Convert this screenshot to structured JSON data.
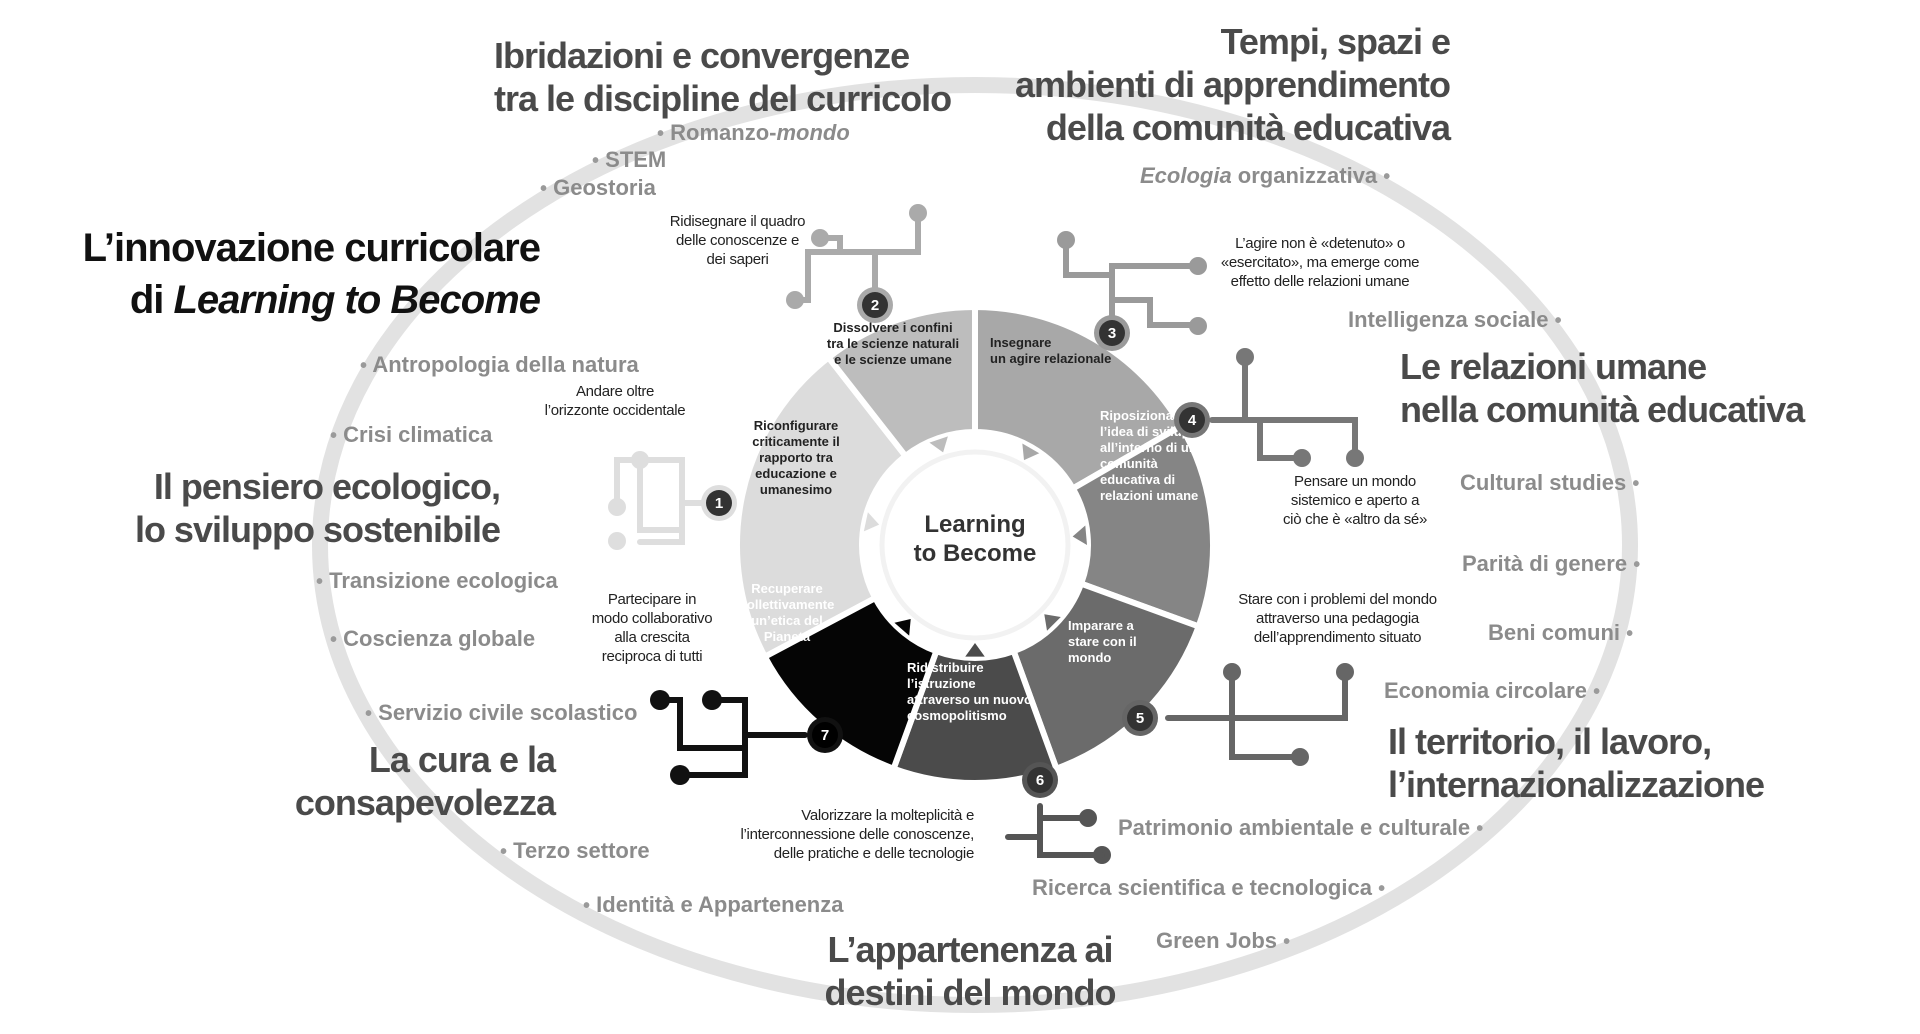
{
  "title": {
    "line1": "L’innovazione curricolare",
    "line2_prefix": "di ",
    "line2_em": "Learning to Become"
  },
  "center_label": {
    "line1": "Learning",
    "line2": "to Become"
  },
  "sectors": [
    {
      "n": "1",
      "lines": [
        "Riconfigurare",
        "criticamente il",
        "rapporto tra",
        "educazione e",
        "umanesimo"
      ]
    },
    {
      "n": "2",
      "lines": [
        "Dissolvere i confini",
        "tra le scienze naturali",
        "e le scienze umane"
      ]
    },
    {
      "n": "3",
      "lines": [
        "Insegnare",
        "un agire relazionale"
      ]
    },
    {
      "n": "4",
      "lines": [
        "Riposizionare",
        "l’idea di sviluppo",
        "all’interno di una",
        "comunità",
        "educativa di",
        "relazioni umane"
      ]
    },
    {
      "n": "5",
      "lines": [
        "Imparare a",
        "stare con il",
        "mondo"
      ]
    },
    {
      "n": "6",
      "lines": [
        "Ridistribuire",
        "l’istruzione",
        "attraverso un nuovo",
        "cosmopolitismo"
      ]
    },
    {
      "n": "7",
      "lines": [
        "Recuperare",
        "collettivamente",
        "un’etica del",
        "Pianeta"
      ]
    }
  ],
  "notes": {
    "n1": [
      "Andare oltre",
      "l’orizzonte occidentale"
    ],
    "n2": [
      "Ridisegnare il quadro",
      "delle conoscenze e",
      "dei saperi"
    ],
    "n3": [
      "L’agire non è «detenuto» o",
      "«esercitato», ma emerge come",
      "effetto delle relazioni umane"
    ],
    "n4": [
      "Pensare un mondo",
      "sistemico e aperto a",
      "ciò che è «altro da sé»"
    ],
    "n5": [
      "Stare con i problemi del mondo",
      "attraverso una pedagogia",
      "dell’apprendimento situato"
    ],
    "n6": [
      "Valorizzare la molteplicità e",
      "l’interconnessione delle conoscenze,",
      "delle pratiche e delle tecnologie"
    ],
    "n7": [
      "Partecipare in",
      "modo collaborativo",
      "alla crescita",
      "reciproca di tutti"
    ]
  },
  "headings": {
    "ibridazioni": [
      "Ibridazioni e convergenze",
      "tra le discipline del curricolo"
    ],
    "tempi": [
      "Tempi, spazi e",
      "ambienti di apprendimento",
      "della comunità educativa"
    ],
    "relazioni": [
      "Le relazioni umane",
      "nella comunità educativa"
    ],
    "pensiero": [
      "Il pensiero ecologico,",
      "lo sviluppo sostenibile"
    ],
    "territorio": [
      "Il territorio, il lavoro,",
      "l’internazionalizzazione"
    ],
    "cura": [
      "La cura e la",
      "consapevolezza"
    ],
    "appartenenza": [
      "L’appartenenza ai",
      "destini del mondo"
    ]
  },
  "keywords": {
    "romanzo": {
      "text": "Romanzo-",
      "em": "mondo"
    },
    "stem": "STEM",
    "geostoria": "Geostoria",
    "ecologia": {
      "em": "Ecologia",
      "text": " organizzativa"
    },
    "intelligenza": "Intelligenza sociale",
    "antropologia": "Antropologia della natura",
    "crisi": "Crisi climatica",
    "cultural": "Cultural studies",
    "parita": "Parità di genere",
    "beni": "Beni comuni",
    "economia": "Economia circolare",
    "transizione": "Transizione ecologica",
    "coscienza": "Coscienza globale",
    "servizio": "Servizio civile scolastico",
    "terzo": "Terzo settore",
    "identita": "Identità e Appartenenza",
    "patrimonio": "Patrimonio ambientale e culturale",
    "ricerca": "Ricerca scientifica e tecnologica",
    "green": "Green Jobs"
  },
  "bullet": "•",
  "colors": {
    "s1": "#dcdcdc",
    "s2": "#bdbdbd",
    "s3": "#a8a8a8",
    "s4": "#858585",
    "s5": "#6b6b6b",
    "s6": "#4b4b4b",
    "s7": "#050505",
    "ring": "#e2e2e2",
    "heading": "#4a4a4a",
    "keyword": "#8b8b8b"
  }
}
